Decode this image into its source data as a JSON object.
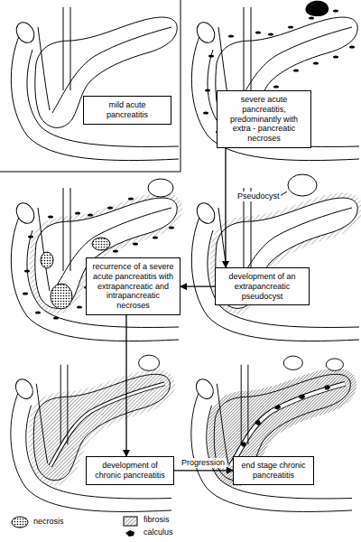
{
  "diagram": {
    "nodes": [
      {
        "text": [
          "mild acute pancreatitis"
        ]
      },
      {
        "text": [
          "severe acute pancreatitis, predominantly with extra - pancreatic necroses"
        ]
      },
      {
        "text": [
          "recurrence of a severe acute pancreatitis with extrapancreatic and intrapancreatic necroses"
        ]
      },
      {
        "text": [
          "development of an extrapancreatic pseudocyst"
        ]
      },
      {
        "text": [
          "development of chronic pancreatitis"
        ]
      },
      {
        "text": [
          "end stage chronic pancreatitis"
        ]
      }
    ],
    "edges": [
      {
        "from": 1,
        "to": 3,
        "arrow": "to"
      },
      {
        "from": 3,
        "to": 2,
        "arrow": "to"
      },
      {
        "from": 2,
        "to": 4,
        "arrow": "to"
      },
      {
        "from": 4,
        "to": 5,
        "arrow": "to",
        "label": "Progression"
      }
    ],
    "labels": [
      "Pseudocyst"
    ],
    "legend": [
      {
        "text": "necrosis"
      },
      {
        "text": "fibrosis"
      },
      {
        "text": "calculus"
      }
    ]
  }
}
